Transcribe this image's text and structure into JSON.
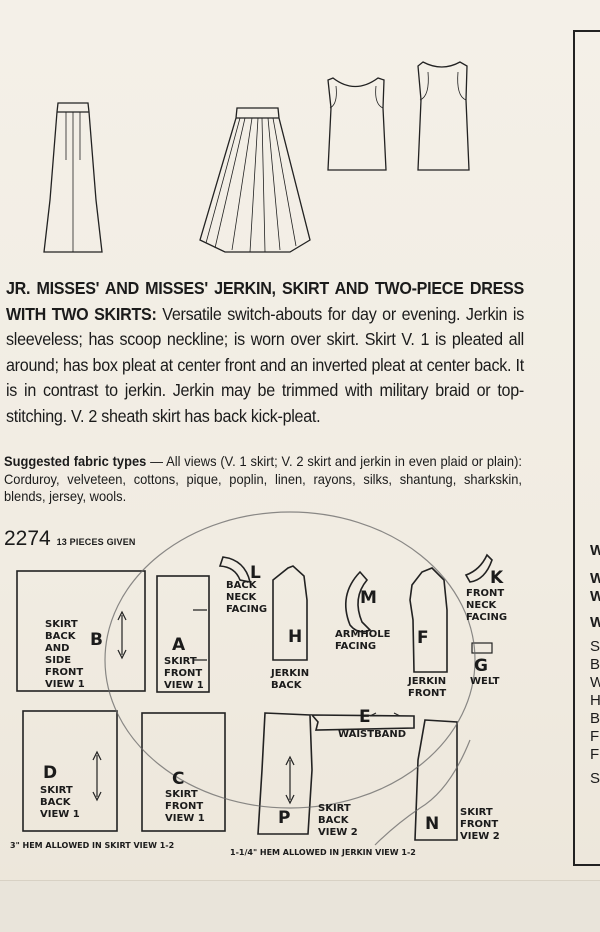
{
  "description": {
    "title": "JR. MISSES' AND MISSES' JERKIN, SKIRT AND TWO-PIECE DRESS WITH TWO SKIRTS:",
    "body": "Versatile switch-abouts for day or evening. Jerkin is sleeveless; has scoop neckline; is worn over skirt. Skirt V. 1 is pleated all around; has box pleat at center front and an inverted pleat at center back. It is in contrast to jerkin. Jerkin may be trimmed with military braid or top-stitching. V. 2 sheath skirt has back kick-pleat."
  },
  "fabric": {
    "label": "Suggested fabric types",
    "text": " — All views (V. 1 skirt; V. 2 skirt and jerkin in even plaid or plain): Corduroy, velveteen, cottons, pique, poplin, linen, rayons, silks, shantung, sharkskin, blends, jersey, wools."
  },
  "pattern": {
    "number": "2274",
    "pieces_given": "13 PIECES GIVEN"
  },
  "pieces": {
    "B": {
      "letter": "B",
      "l1": "SKIRT",
      "l2": "BACK",
      "l3": "AND",
      "l4": "SIDE",
      "l5": "FRONT",
      "l6": "VIEW 1"
    },
    "A": {
      "letter": "A",
      "l1": "SKIRT",
      "l2": "FRONT",
      "l3": "VIEW 1"
    },
    "L": {
      "letter": "L",
      "l1": "BACK",
      "l2": "NECK",
      "l3": "FACING"
    },
    "H": {
      "letter": "H",
      "l1": "JERKIN",
      "l2": "BACK"
    },
    "M": {
      "letter": "M",
      "l1": "ARMHOLE",
      "l2": "FACING"
    },
    "F": {
      "letter": "F",
      "l1": "JERKIN",
      "l2": "FRONT"
    },
    "K": {
      "letter": "K",
      "l1": "FRONT",
      "l2": "NECK",
      "l3": "FACING"
    },
    "G": {
      "letter": "G",
      "l1": "WELT"
    },
    "E": {
      "letter": "E",
      "l1": "WAISTBAND"
    },
    "D": {
      "letter": "D",
      "l1": "SKIRT",
      "l2": "BACK",
      "l3": "VIEW 1"
    },
    "C": {
      "letter": "C",
      "l1": "SKIRT",
      "l2": "FRONT",
      "l3": "VIEW 1"
    },
    "P": {
      "letter": "P",
      "l1": "SKIRT",
      "l2": "BACK",
      "l3": "VIEW 2"
    },
    "N": {
      "letter": "N",
      "l1": "SKIRT",
      "l2": "FRONT",
      "l3": "VIEW 2"
    }
  },
  "hem_notes": {
    "skirt": "3\" HEM ALLOWED IN SKIRT VIEW 1-2",
    "jerkin": "1-1/4\" HEM ALLOWED IN JERKIN VIEW 1-2"
  },
  "edge_letters": [
    "W",
    "W",
    "W",
    "W",
    "S",
    "B",
    "W",
    "H",
    "B",
    "Fi",
    "Fi",
    "Se"
  ]
}
